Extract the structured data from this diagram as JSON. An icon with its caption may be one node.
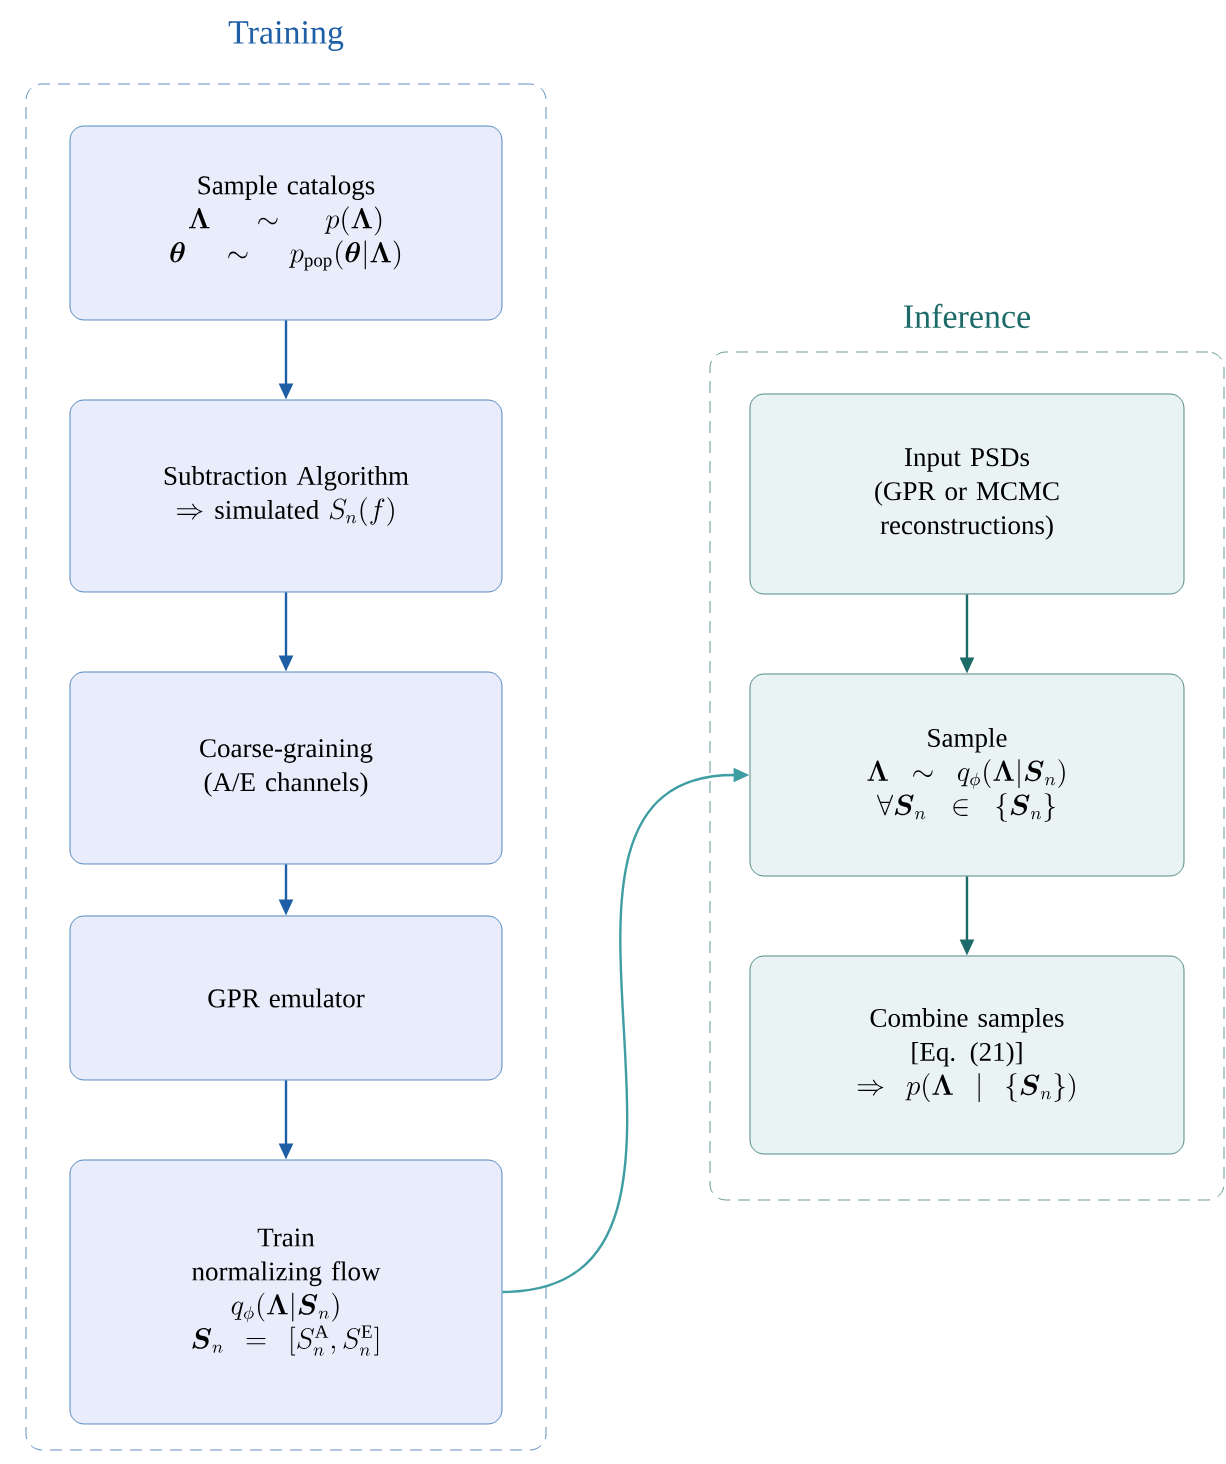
{
  "diagram": {
    "nodes": [
      {
        "text": [
          "Training"
        ]
      },
      {
        "text": [
          "Sample catalogs",
          "\\boldsymbol{\\Lambda} \\;\\sim\\; p(\\boldsymbol{\\Lambda})",
          "\\boldsymbol{\\theta} \\;\\sim\\; p_{\\mathrm{pop}}(\\boldsymbol{\\theta}|\\boldsymbol{\\Lambda})"
        ],
        "in": 0
      },
      {
        "text": [
          "Subtraction Algorithm",
          "\\Rightarrow \\text{simulated } S_n(f)"
        ],
        "in": 0
      },
      {
        "text": [
          "Coarse-graining",
          "(A/E channels)"
        ],
        "in": 0
      },
      {
        "text": [
          "GPR emulator"
        ],
        "in": 0
      },
      {
        "text": [
          "Train normalizing flow",
          "q_\\phi(\\boldsymbol{\\Lambda}|\\boldsymbol{S}_n)",
          "\\boldsymbol{S}_n \\;=\\; [S_n^{\\mathrm{A}}, S_n^{\\mathrm{E}}]"
        ],
        "in": 0
      },
      {
        "text": [
          "Inference"
        ]
      },
      {
        "text": [
          "Input PSDs",
          "(GPR or MCMC reconstructions)"
        ],
        "in": 6
      },
      {
        "text": [
          "Sample",
          "\\boldsymbol{\\Lambda} \\sim q_\\phi(\\boldsymbol{\\Lambda}|\\boldsymbol{S}_n)",
          "\\forall \\boldsymbol{S}_n \\in \\{\\boldsymbol{S}_n\\}"
        ],
        "in": 6
      },
      {
        "text": [
          "Combine samples",
          "[Eq. (21)]",
          "\\Rightarrow p(\\boldsymbol{\\Lambda} \\mid \\{\\boldsymbol{S}_n\\})"
        ],
        "in": 6
      }
    ],
    "edges": [
      {
        "from": 1,
        "to": 2,
        "arrow": "to"
      },
      {
        "from": 2,
        "to": 3,
        "arrow": "to"
      },
      {
        "from": 3,
        "to": 4,
        "arrow": "to"
      },
      {
        "from": 4,
        "to": 5,
        "arrow": "to"
      },
      {
        "from": 5,
        "to": 8,
        "arrow": "to",
        "color": "#3f9ea3"
      },
      {
        "from": 7,
        "to": 8,
        "arrow": "to",
        "color": "#1d6b68"
      },
      {
        "from": 8,
        "to": 9,
        "arrow": "to",
        "color": "#1d6b68"
      }
    ]
  }
}
